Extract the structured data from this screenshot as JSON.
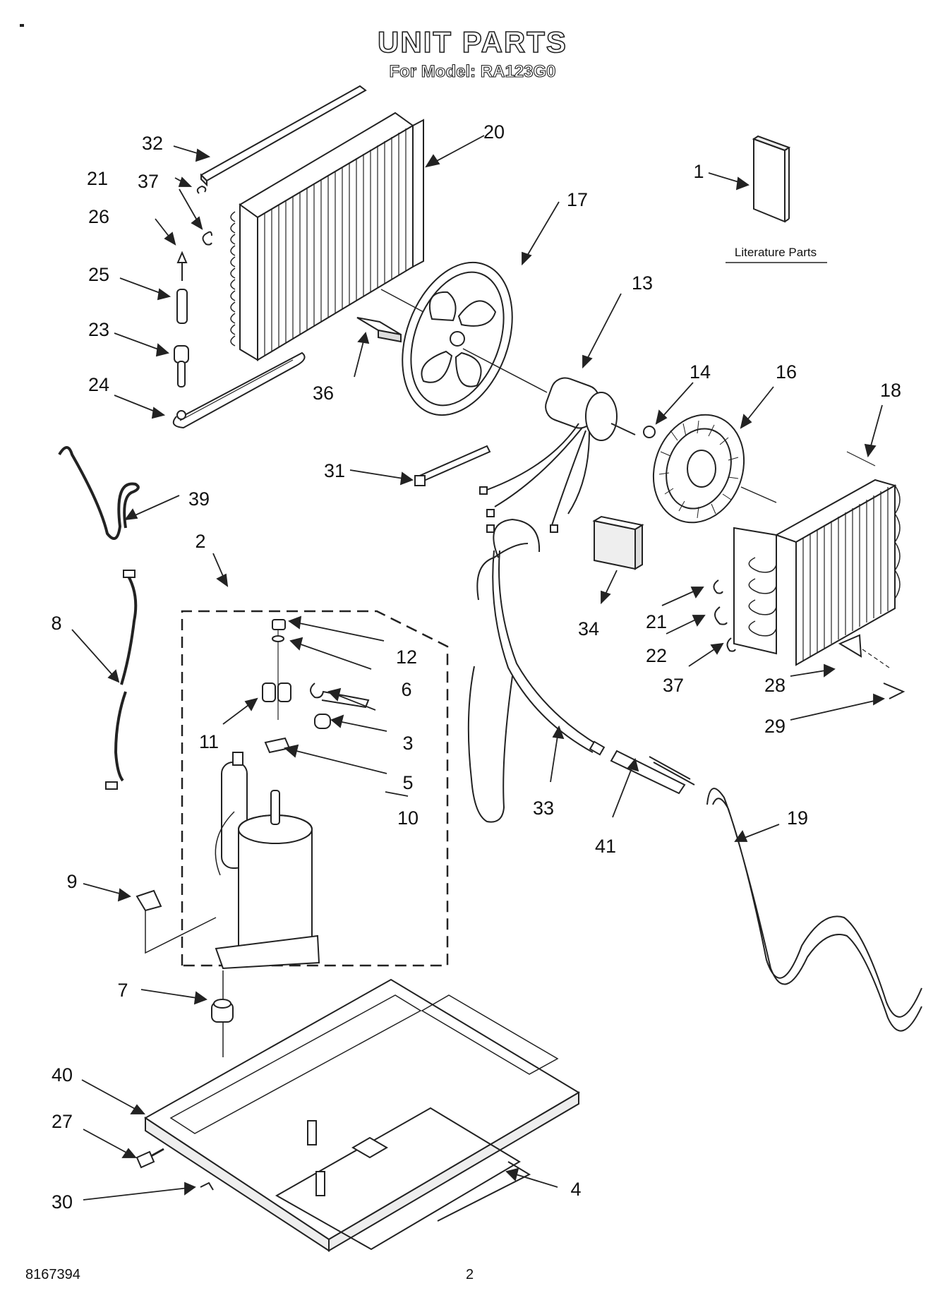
{
  "header": {
    "title": "UNIT PARTS",
    "subtitle": "For Model: RA123G0"
  },
  "literature_label": "Literature Parts",
  "callouts": [
    "1",
    "2",
    "3",
    "4",
    "5",
    "6",
    "7",
    "8",
    "9",
    "10",
    "11",
    "12",
    "13",
    "14",
    "16",
    "17",
    "18",
    "19",
    "20",
    "21",
    "21",
    "22",
    "23",
    "24",
    "25",
    "26",
    "27",
    "28",
    "29",
    "30",
    "31",
    "32",
    "33",
    "34",
    "36",
    "37",
    "37",
    "39",
    "40",
    "41"
  ],
  "footer": {
    "part_number": "8167394",
    "page_number": "2"
  }
}
